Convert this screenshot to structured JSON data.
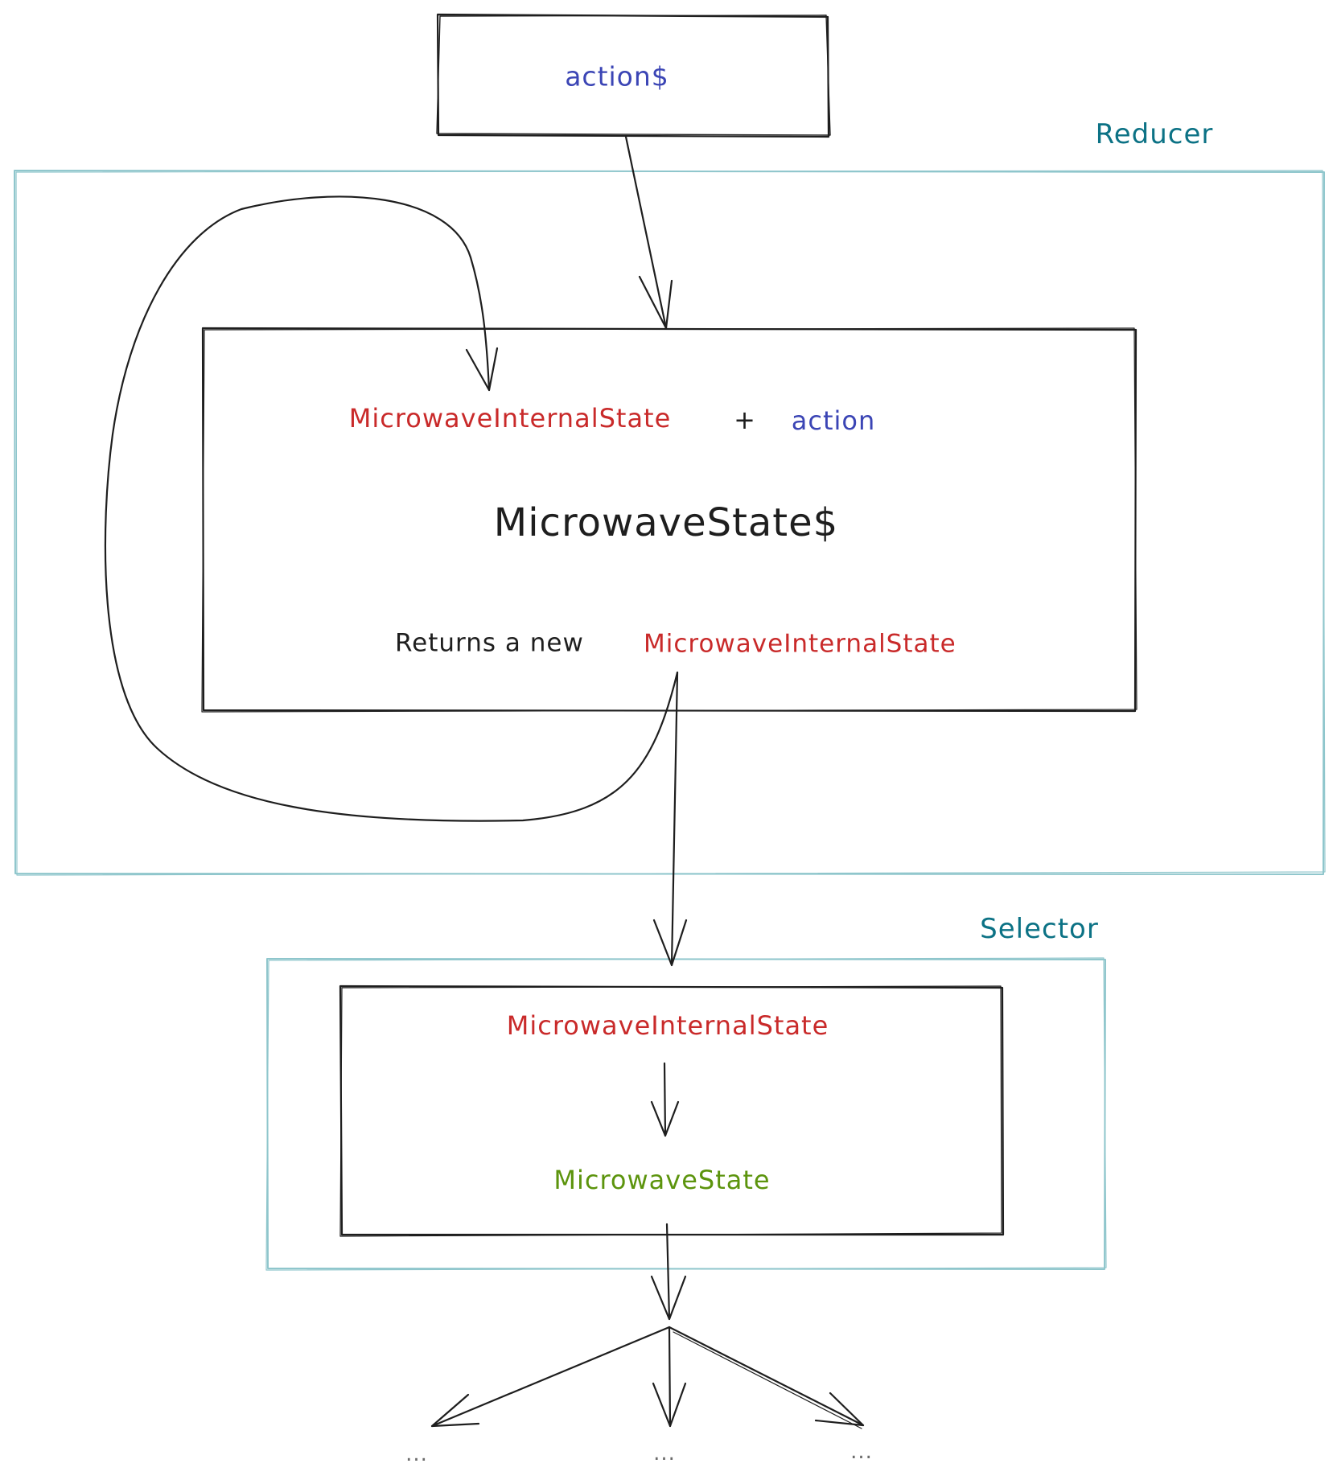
{
  "colors": {
    "ink": "#1e1e1e",
    "blue": "#3b45b5",
    "red": "#c92a2a",
    "green": "#5c940d",
    "teal": "#0c7285",
    "frame": "#8fc6cc"
  },
  "source": {
    "label": "action$"
  },
  "reducer": {
    "title": "Reducer",
    "inputs": {
      "state_label": "MicrowaveInternalState",
      "plus": "+",
      "action_label": "action"
    },
    "stream_label": "MicrowaveState$",
    "returns_prefix": "Returns a new",
    "returns_state": "MicrowaveInternalState"
  },
  "selector": {
    "title": "Selector",
    "input_label": "MicrowaveInternalState",
    "output_label": "MicrowaveState"
  },
  "outputs": {
    "left": "...",
    "center": "...",
    "right": "..."
  }
}
